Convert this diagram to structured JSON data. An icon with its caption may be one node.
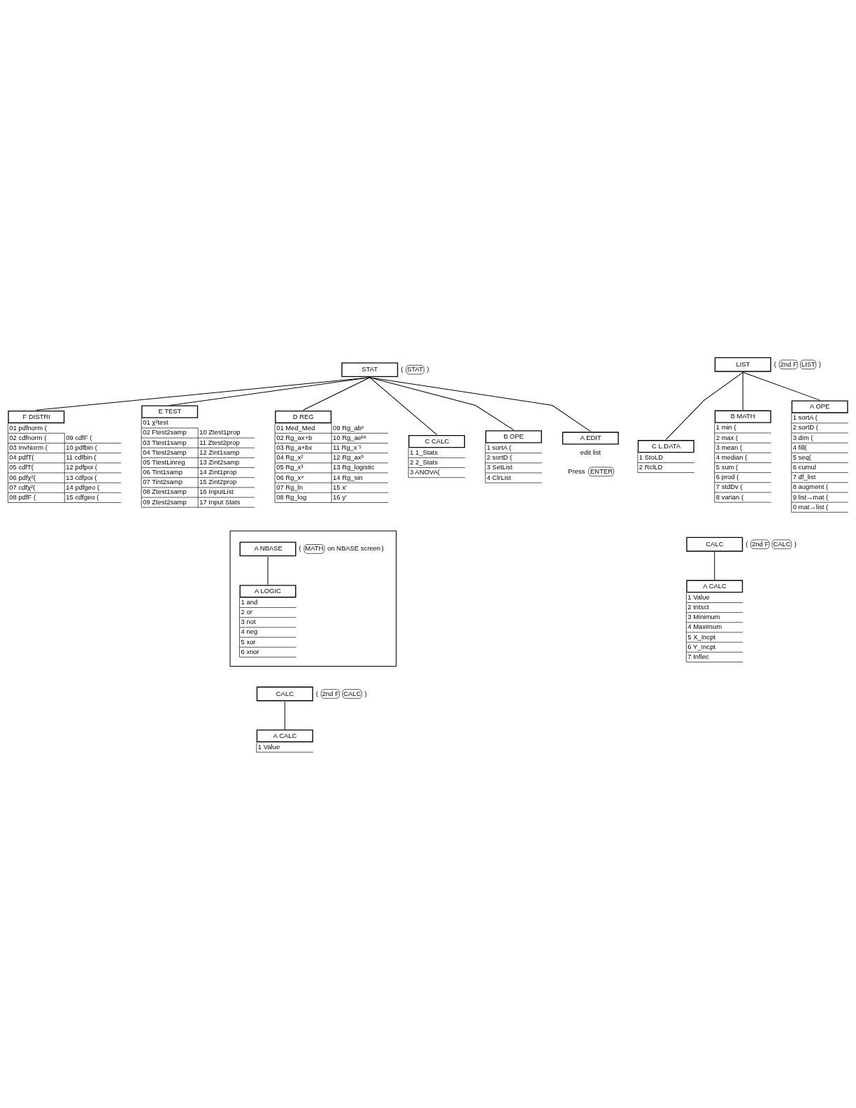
{
  "diagram": {
    "nodes": [
      {
        "text": [
          "CALC"
        ],
        "beside": [
          "(",
          "2nd F",
          "CALC",
          ")"
        ]
      },
      {
        "text": [
          "A CALC",
          "1 Value",
          "2 Intsct",
          "3 Minimum",
          "4 Maximum",
          "5 X_Incpt",
          "6 Y_Incpt",
          "7 Inflec"
        ]
      },
      {
        "text": [
          "CALC"
        ],
        "beside": [
          "(",
          "2nd F",
          "CALC",
          ")"
        ]
      },
      {
        "text": [
          "A CALC",
          "1 Value"
        ]
      },
      {
        "text": [],
        "shape": "box"
      },
      {
        "text": [
          "A NBASE"
        ],
        "beside": [
          "(",
          "MATH",
          "on NBASE screen",
          ")"
        ],
        "in": 4
      },
      {
        "text": [
          "A LOGIC",
          "1 and",
          "2 or",
          "3 not",
          "4 neg",
          "5 xor",
          "6 xnor"
        ],
        "in": 4
      },
      {
        "text": [
          "LIST"
        ],
        "beside": [
          "(",
          "2nd F",
          "LIST",
          ")"
        ]
      },
      {
        "text": [
          "A OPE",
          "1 sortA (",
          "2 sortD (",
          "3 dim (",
          "4 fill(",
          "5 seq(",
          "6 cumul",
          "7 df_list",
          "8 augment (",
          "9 list→mat (",
          "0 mat→list ("
        ]
      },
      {
        "text": [
          "B MATH",
          "1 min (",
          "2 max (",
          "3 mean (",
          "4 median (",
          "5 sum (",
          "6 prod (",
          "7 stdDv (",
          "8 varian ("
        ]
      },
      {
        "text": [
          "C L.DATA",
          "1 StoLD",
          "2 RclLD"
        ]
      },
      {
        "text": [
          "STAT"
        ],
        "beside": [
          "(",
          "STAT",
          ")"
        ]
      },
      {
        "text": [
          "A EDIT",
          "edit list",
          "Press",
          "ENTER"
        ]
      },
      {
        "text": [
          "B OPE",
          "1 sortA (",
          "2 sortD (",
          "3 SetList",
          "4 ClrList"
        ]
      },
      {
        "text": [
          "C CALC",
          "1 1_Stats",
          "2 2_Stats",
          "3 ANOVA("
        ]
      },
      {
        "text": [
          "D REG",
          "01 Med_Med",
          "02 Rg_ax+b",
          "03 Rg_a+bx",
          "04 Rg_x²",
          "05 Rg_x³",
          "06 Rg_x⁴",
          "07 Rg_ln",
          "08 Rg_log",
          "09 Rg_abˣ",
          "10 Rg_aeᵇˣ",
          "11 Rg_x⁻¹",
          "12 Rg_axᵇ",
          "13 Rg_logistic",
          "14 Rg_sin",
          "15 x′",
          "16 y′"
        ]
      },
      {
        "text": [
          "E TEST",
          "01 χ²test",
          "02 Ftest2samp",
          "03 Ttest1samp",
          "04 Ttest2samp",
          "05 TtestLinreg",
          "06 Tint1samp",
          "07 Tint2samp",
          "08 Ztest1samp",
          "09 Ztest2samp",
          "10 Ztest1prop",
          "11 Ztest2prop",
          "12 Zint1samp",
          "13 Zint2samp",
          "14 Zint1prop",
          "15 Zint2prop",
          "16 InputList",
          "17 Input Stats"
        ]
      },
      {
        "text": [
          "F DISTRI",
          "01 pdfnorm (",
          "02 cdfnorm (",
          "03 InvNorm (",
          "04 pdfT(",
          "05 cdfT(",
          "06 pdfχ²(",
          "07 cdfχ²(",
          "08 pdfF (",
          "09 cdfF (",
          "10 pdfbin (",
          "11 cdfbin (",
          "12 pdfpoi (",
          "13 cdfpoi (",
          "14 pdfgeo (",
          "15 cdfgeo ("
        ]
      }
    ],
    "edges": [
      {
        "from": 0,
        "to": 1,
        "arrow": "none"
      },
      {
        "from": 2,
        "to": 3,
        "arrow": "none"
      },
      {
        "from": 5,
        "to": 6,
        "arrow": "none"
      },
      {
        "from": 7,
        "to": 8,
        "arrow": "none"
      },
      {
        "from": 7,
        "to": 9,
        "arrow": "none"
      },
      {
        "from": 7,
        "to": 10,
        "arrow": "none"
      },
      {
        "from": 11,
        "to": 12,
        "arrow": "none"
      },
      {
        "from": 11,
        "to": 13,
        "arrow": "none"
      },
      {
        "from": 11,
        "to": 14,
        "arrow": "none"
      },
      {
        "from": 11,
        "to": 15,
        "arrow": "none"
      },
      {
        "from": 11,
        "to": 16,
        "arrow": "none"
      },
      {
        "from": 11,
        "to": 17,
        "arrow": "none"
      }
    ]
  }
}
